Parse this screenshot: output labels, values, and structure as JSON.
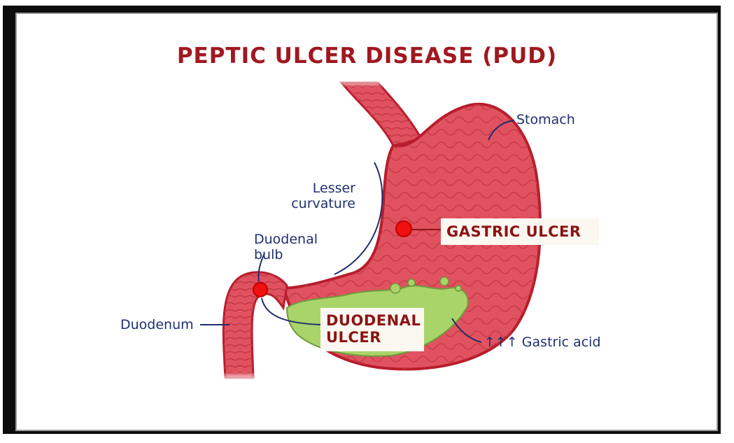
{
  "title": "PEPTIC ULCER DISEASE (PUD)",
  "labels": {
    "stomach": "Stomach",
    "lesser_curvature_line1": "Lesser",
    "lesser_curvature_line2": "curvature",
    "duodenal_bulb_line1": "Duodenal",
    "duodenal_bulb_line2": "bulb",
    "duodenum": "Duodenum",
    "gastric_acid": "↑↑↑ Gastric acid"
  },
  "callouts": {
    "gastric_ulcer": "GASTRIC ULCER",
    "duodenal_ulcer_line1": "DUODENAL",
    "duodenal_ulcer_line2": "ULCER"
  },
  "colors": {
    "title": "#a01820",
    "label_text": "#1f2f6e",
    "stomach_fill": "#e0525f",
    "stomach_outline": "#b81d2c",
    "acid": "#a9d46a",
    "ulcer": "#f01010"
  }
}
